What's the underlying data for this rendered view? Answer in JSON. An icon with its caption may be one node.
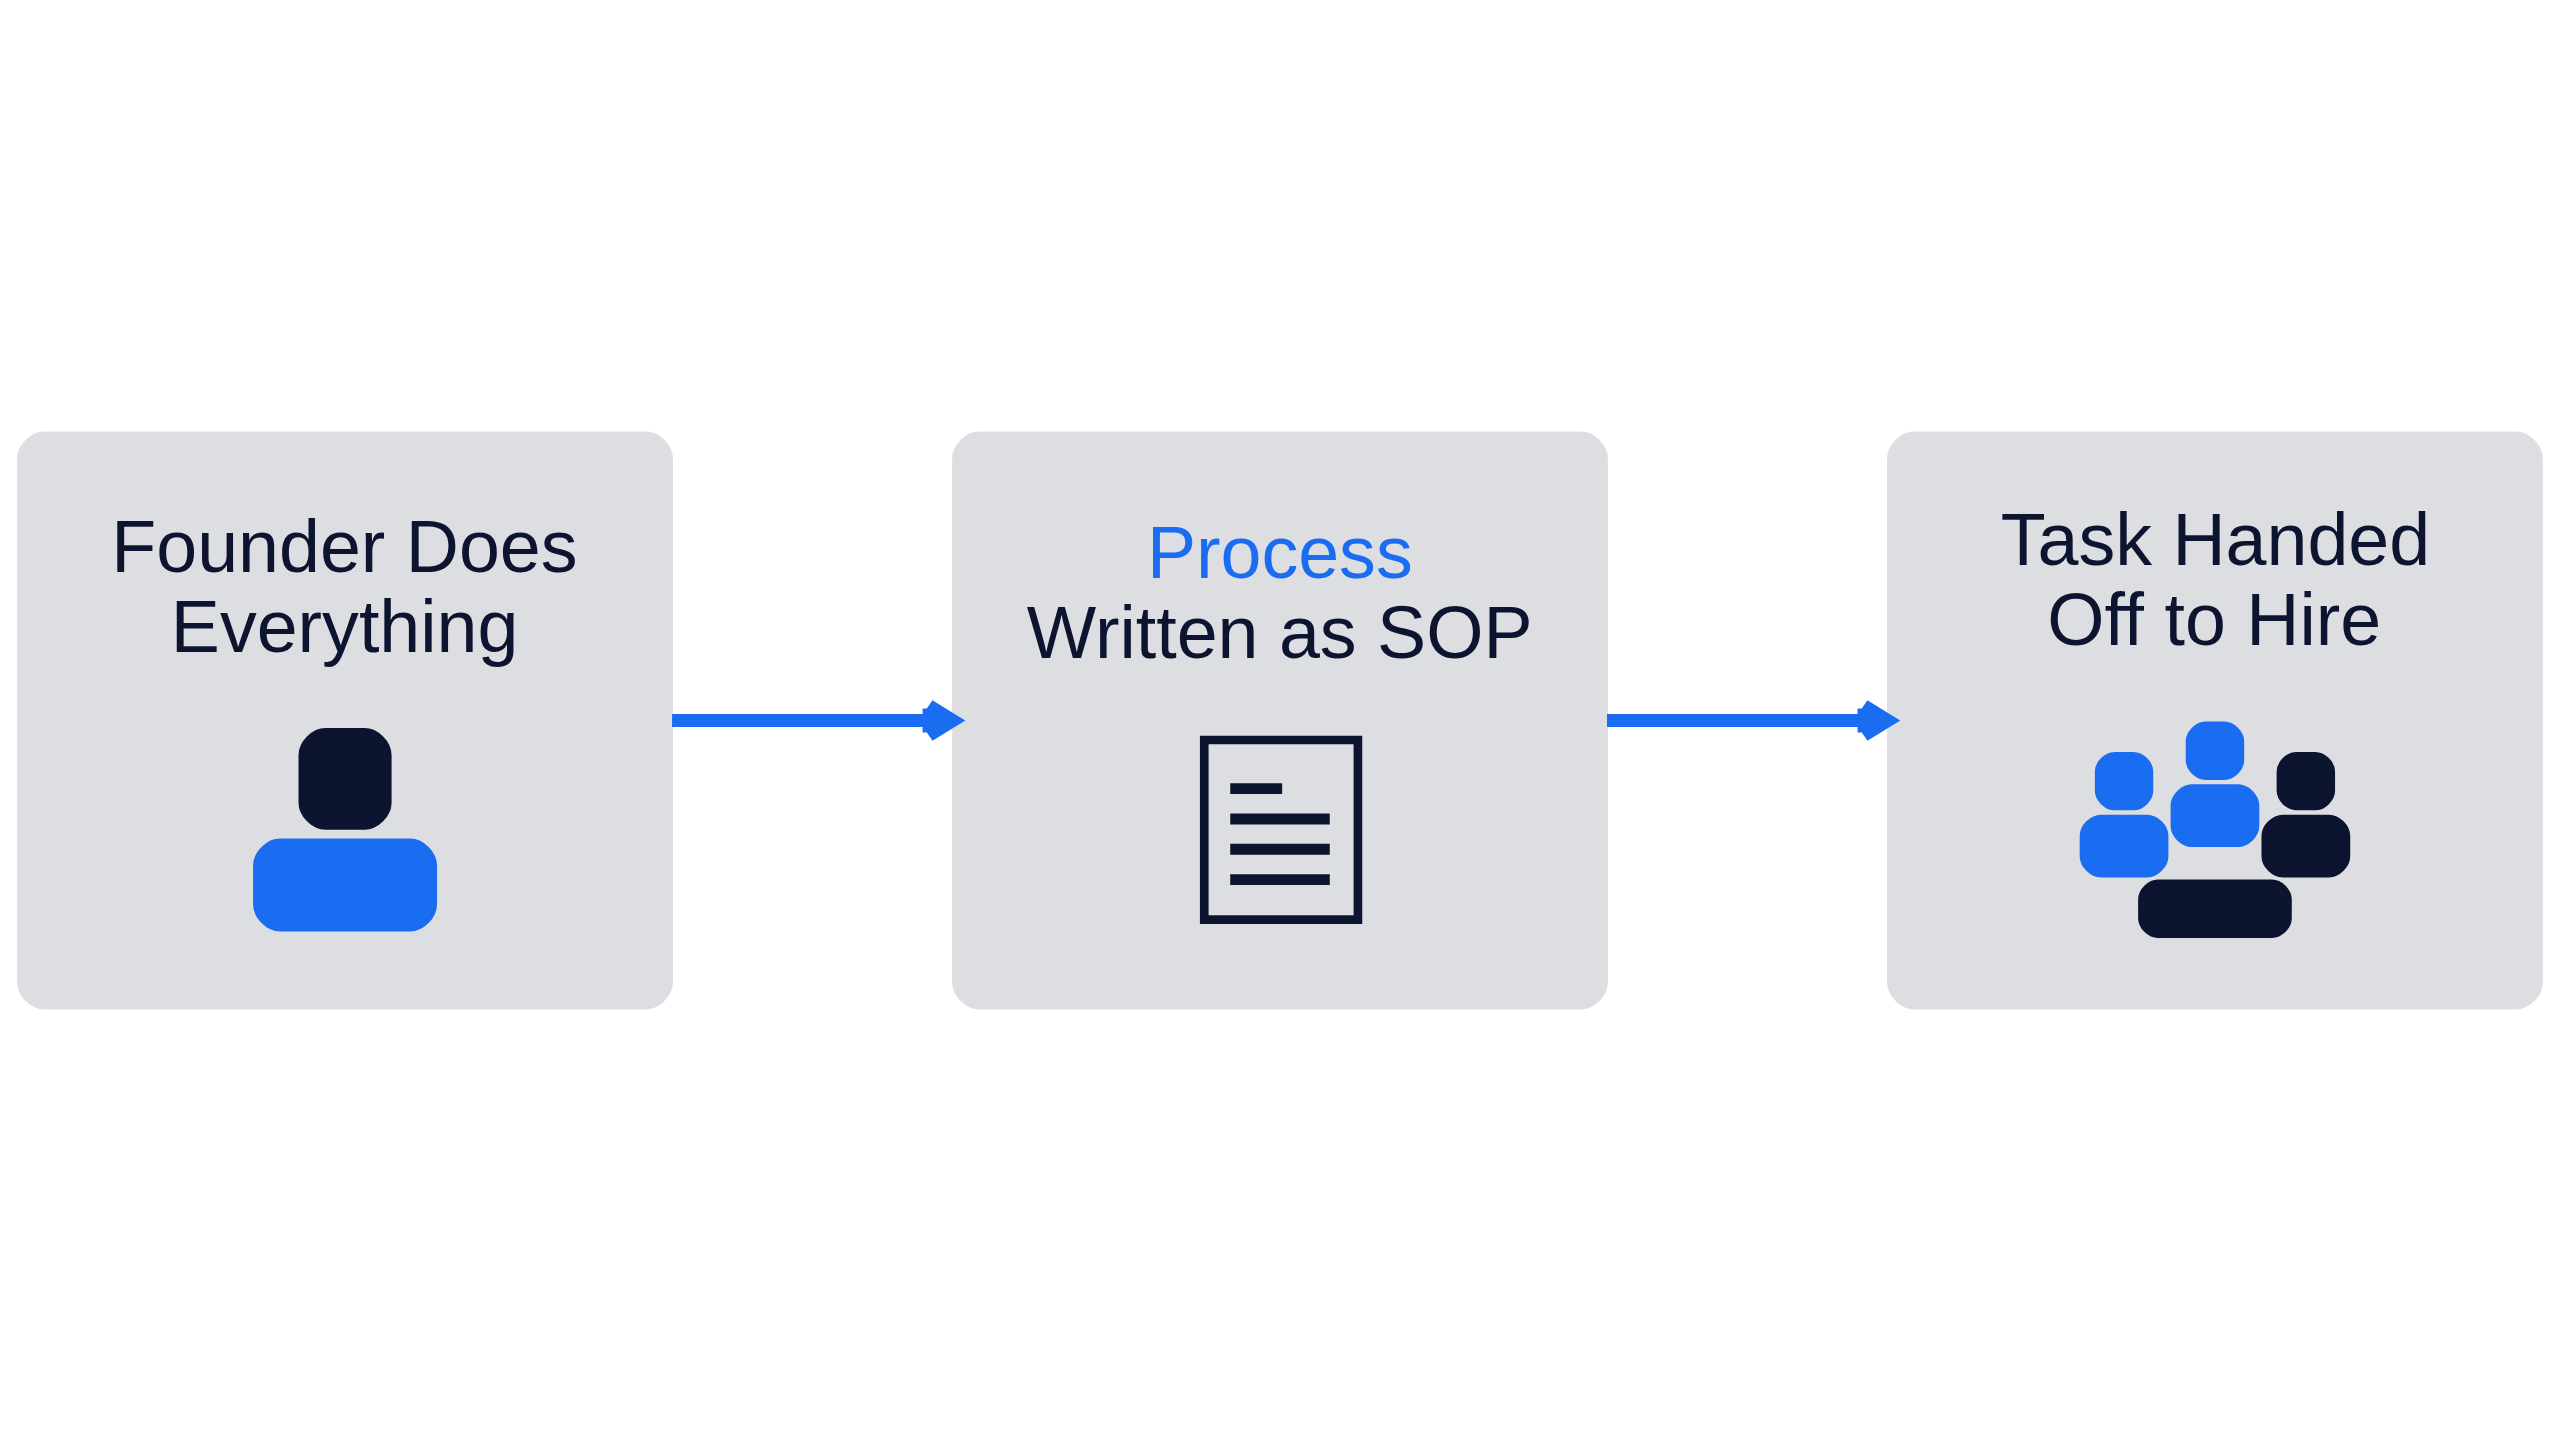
{
  "diagram": {
    "nodes": [
      {
        "text": [
          "Founder Does Everything"
        ]
      },
      {
        "text": [
          "Process",
          "Written as SOP"
        ]
      },
      {
        "text": [
          "Task Handed Off to Hire"
        ]
      }
    ],
    "edges": [
      {
        "from": 0,
        "to": 1,
        "arrow": "to"
      },
      {
        "from": 1,
        "to": 2,
        "arrow": "to"
      }
    ]
  }
}
